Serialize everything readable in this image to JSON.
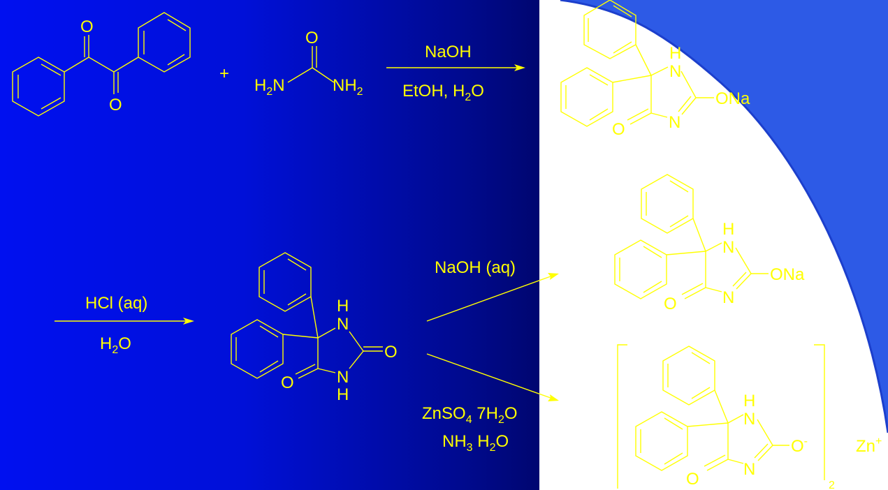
{
  "reaction1": {
    "plus": "+",
    "urea": {
      "O": "O",
      "left": "H",
      "left_sub": "2",
      "left_N": "N",
      "right_N": "NH",
      "right_sub": "2"
    },
    "benzil": {
      "O1": "O",
      "O2": "O"
    },
    "reagent_top": "NaOH",
    "reagent_bottom_a": "EtOH, H",
    "reagent_bottom_sub": "2",
    "reagent_bottom_b": "O",
    "product": {
      "H": "H",
      "N1": "N",
      "N2": "N",
      "O": "O",
      "ONa": "ONa"
    }
  },
  "reaction2": {
    "reagent_top": "HCl (aq)",
    "reagent_bottom_a": "H",
    "reagent_bottom_sub": "2",
    "reagent_bottom_b": "O",
    "phenytoin": {
      "H1": "H",
      "N1": "N",
      "N2": "N",
      "H2": "H",
      "O1": "O",
      "O2": "O"
    }
  },
  "reaction3": {
    "reagent": "NaOH (aq)",
    "product": {
      "H": "H",
      "N1": "N",
      "N2": "N",
      "O": "O",
      "ONa": "ONa"
    }
  },
  "reaction4": {
    "reagent_line1_a": "ZnSO",
    "reagent_line1_sub": "4",
    "reagent_line1_b": " 7H",
    "reagent_line1_sub2": "2",
    "reagent_line1_c": "O",
    "reagent_line2_a": "NH",
    "reagent_line2_sub": "3",
    "reagent_line2_b": " H",
    "reagent_line2_sub2": "2",
    "reagent_line2_c": "O",
    "product": {
      "H": "H",
      "N1": "N",
      "N2": "N",
      "O": "O",
      "Ominus": "O",
      "minus": "-",
      "subscript": "2",
      "metal": "Zn",
      "charge": "+"
    }
  },
  "colors": {
    "background_left": "#0010f0",
    "background_right": "#ffffff",
    "swoosh": "#3060e8",
    "drawing": "#ffff00"
  }
}
